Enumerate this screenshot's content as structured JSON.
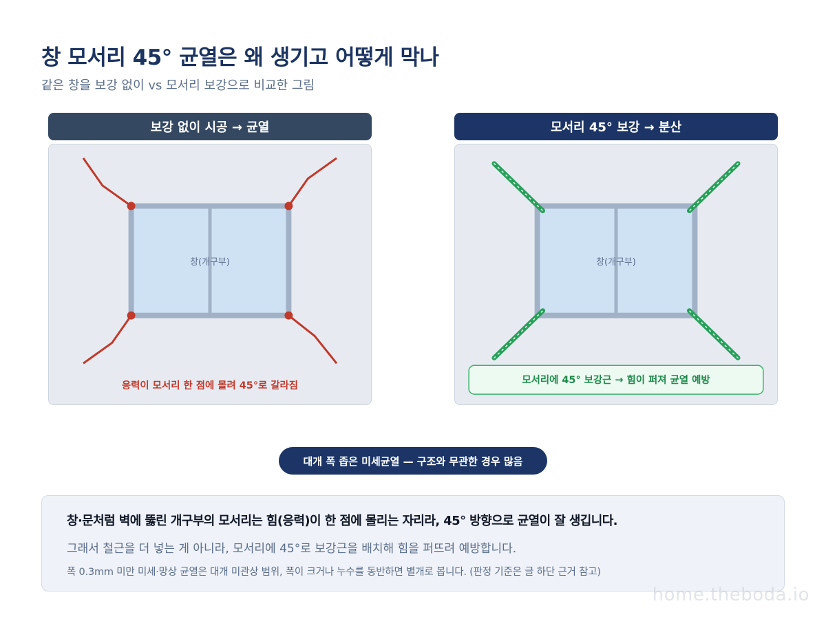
{
  "title": "창 모서리 45° 균열은 왜 생기고 어떻게 막나",
  "subtitle": "같은 창을 보강 없이 vs 모서리 보강으로 비교한 그림",
  "left_panel": {
    "header": "보강 없이 시공 → 균열",
    "window_label": "창(개구부)",
    "caption": "응력이 모서리 한 점에 몰려 45°로 갈라짐",
    "crack_color": "#c0392b",
    "frame_color": "#a1b1c6",
    "glass_color": "#cfe2f4"
  },
  "right_panel": {
    "header": "모서리 45° 보강 → 분산",
    "window_label": "창(개구부)",
    "caption": "모서리에 45° 보강근 → 힘이 퍼져 균열 예방",
    "rebar_color": "#27a05a",
    "caption_bg": "#ecfaf1"
  },
  "pill": "대개 폭 좁은 미세균열 — 구조와 무관한 경우 많음",
  "summary": {
    "line1": "창·문처럼 벽에 뚫린 개구부의 모서리는 힘(응력)이 한 점에 몰리는 자리라, 45° 방향으로 균열이 잘 생깁니다.",
    "line2": "그래서 철근을 더 넣는 게 아니라, 모서리에 45°로 보강근을 배치해 힘을 퍼뜨려 예방합니다.",
    "line3": "폭 0.3mm 미만 미세·망상 균열은 대개 미관상 범위, 폭이 크거나 누수를 동반하면 별개로 봅니다. (판정 기준은 글 하단 근거 참고)"
  },
  "watermark": "home.theboda.io"
}
